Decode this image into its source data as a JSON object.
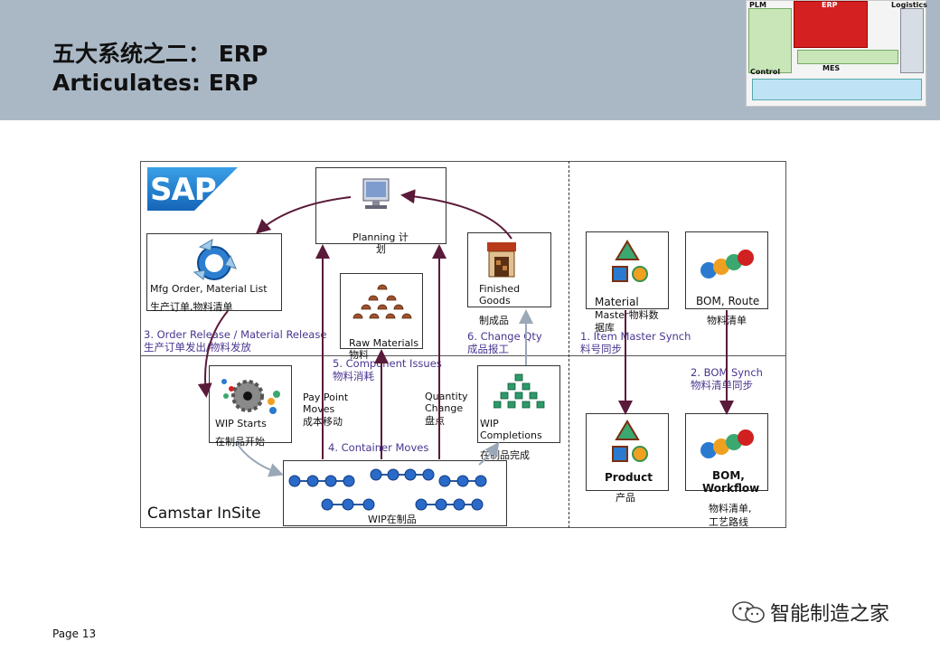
{
  "title": {
    "line1": "五大系统之二： ERP",
    "line2": "Articulates: ERP"
  },
  "thumbnail": {
    "plm": "PLM",
    "erp": "ERP",
    "logistics": "Logistics",
    "control": "Control",
    "mes": "MES"
  },
  "sap": {
    "logo": "SAP"
  },
  "nodes": {
    "planning": {
      "label_en": "Planning 计",
      "label_cn": "划"
    },
    "mfg_order": {
      "label_en": "Mfg Order, Material List",
      "label_cn": "生产订单,物料清单"
    },
    "raw_materials": {
      "label_en": "Raw Materials",
      "label_cn": "物料"
    },
    "finished_goods": {
      "label_en1": "Finished",
      "label_en2": "Goods",
      "label_cn": "制成品"
    },
    "material_master": {
      "label_en1": "Material",
      "label_en2": "Master物料数",
      "label_cn": "据库"
    },
    "bom_route": {
      "label_en": "BOM, Route",
      "label_cn": "物料清单"
    },
    "wip_starts": {
      "label_en": "WIP Starts",
      "label_cn": "在制品开始"
    },
    "wip_completions": {
      "label_en1": "WIP",
      "label_en2": "Completions",
      "label_cn": "在制品完成"
    },
    "wip": {
      "label": "WIP在制品"
    },
    "product": {
      "label_en": "Product",
      "label_cn": "产品"
    },
    "bom_workflow": {
      "label_en1": "BOM,",
      "label_en2": "Workflow",
      "label_cn1": "物料清单,",
      "label_cn2": "工艺路线"
    }
  },
  "flows": {
    "order_release": {
      "en": "3. Order Release / Material Release",
      "cn": "生产订单发出/物料发放"
    },
    "component_issues": {
      "en": "5. Component Issues",
      "cn": "物料消耗"
    },
    "change_qty": {
      "en": "6. Change Qty",
      "cn": "成品报工"
    },
    "item_master_synch": {
      "en": "1. Item Master Synch",
      "cn": "料号同步"
    },
    "bom_synch": {
      "en": "2. BOM Synch",
      "cn": "物料清单同步"
    },
    "container_moves": {
      "en": "4. Container Moves"
    },
    "pay_point": {
      "l1": "Pay Point",
      "l2": "Moves",
      "cn": "成本移动"
    },
    "quantity_change": {
      "l1": "Quantity",
      "l2": "Change",
      "cn": "盘点"
    }
  },
  "camstar": "Camstar  InSite",
  "page": "Page 13",
  "watermark": "智能制造之家",
  "colors": {
    "header": "#aab8c6",
    "arrow_dark": "#5a1a3a",
    "flow_text": "#4a3590",
    "sap_blue": "#1a73c6"
  }
}
